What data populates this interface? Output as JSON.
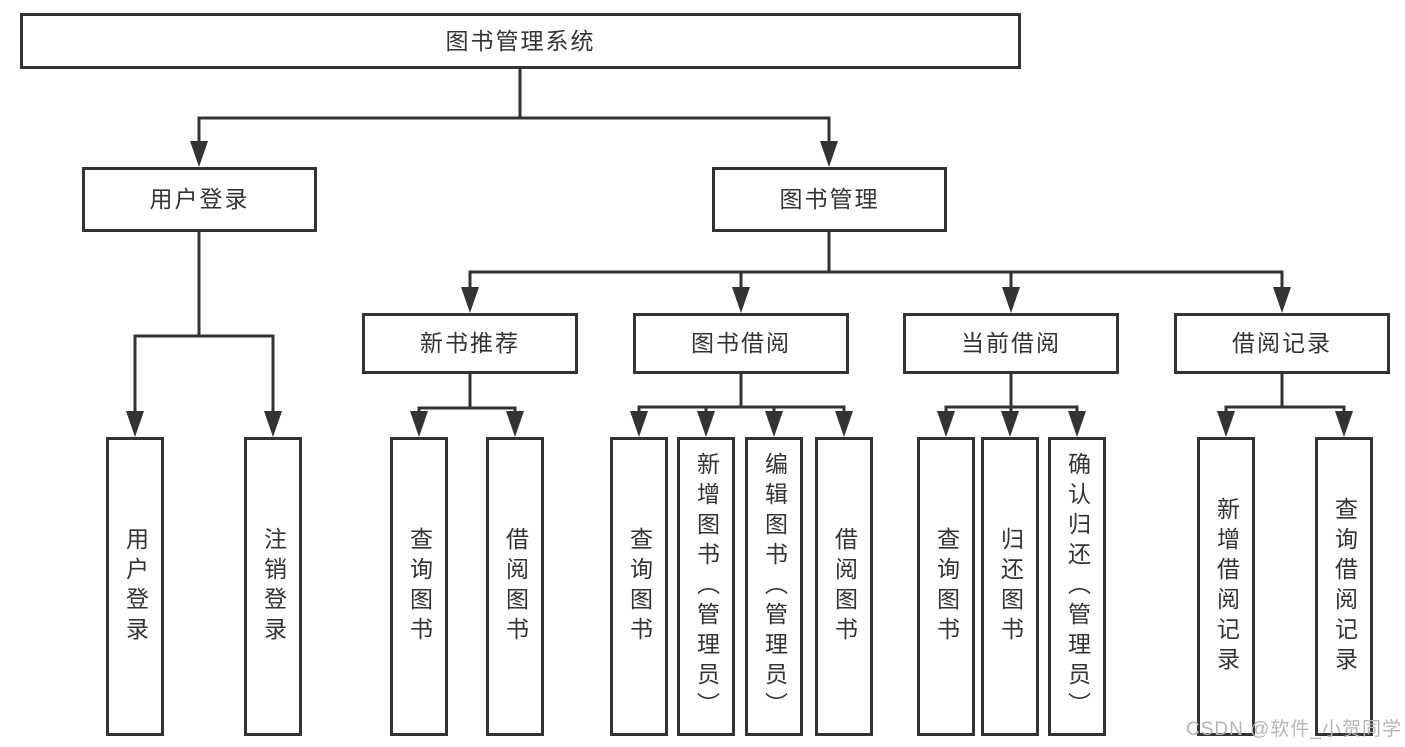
{
  "title": "图书管理系统",
  "level2": {
    "user_login": "用户登录",
    "book_management": "图书管理"
  },
  "level3": {
    "new_book_recommend": "新书推荐",
    "book_borrowing": "图书借阅",
    "current_borrowing": "当前借阅",
    "borrowing_records": "借阅记录"
  },
  "leaves": {
    "user_login": "用户登录",
    "logout": "注销登录",
    "recommend_query_books": "查询图书",
    "recommend_borrow_books": "借阅图书",
    "borrowing_query_books": "查询图书",
    "borrowing_add_books_admin": "新增图书（管理员）",
    "borrowing_edit_books_admin": "编辑图书（管理员）",
    "borrowing_borrow_books": "借阅图书",
    "current_query_books": "查询图书",
    "current_return_books": "归还图书",
    "current_confirm_return_admin": "确认归还（管理员）",
    "records_add_borrow_record": "新增借阅记录",
    "records_query_borrow_record": "查询借阅记录"
  },
  "watermark": "CSDN @软件_小贺同学",
  "colors": {
    "line": "#333333",
    "text": "#333333",
    "box_bg": "#ffffff",
    "background": "#ffffff",
    "watermark": "#b5b5b5"
  }
}
